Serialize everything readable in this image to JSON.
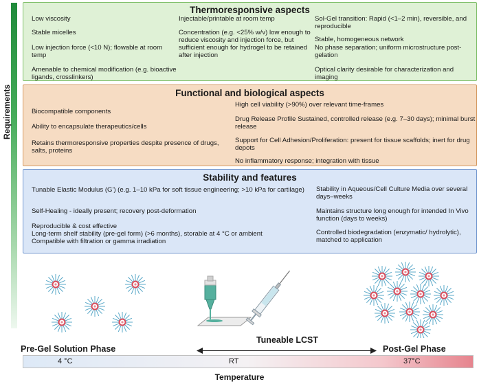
{
  "side_label": "Requirements",
  "panels": {
    "thermo": {
      "title": "Thermoresponsive aspects",
      "col1": [
        "Low viscosity",
        "Stable micelles",
        "Low injection force (<10 N); flowable at room temp",
        "Amenable to chemical modification (e.g. bioactive ligands, crosslinkers)"
      ],
      "col2": [
        "Injectable/printable at room temp",
        "Concentration (e.g. <25% w/v) low enough to reduce viscosity and injection force, but sufficient enough for hydrogel to be retained after injection"
      ],
      "col3": [
        "Sol-Gel transition: Rapid (<1–2 min), reversible, and reproducible",
        "Stable, homogeneous network",
        "No phase separation; uniform microstructure post-gelation",
        "Optical clarity desirable for characterization and imaging"
      ]
    },
    "functional": {
      "title": "Functional and biological aspects",
      "col1": [
        "Biocompatible components",
        "Ability to encapsulate therapeutics/cells",
        "Retains thermoresponsive properties despite presence of drugs, salts, proteins"
      ],
      "col2": [
        "High cell viability (>90%) over relevant time-frames",
        "Drug Release Profile Sustained, controlled release (e.g. 7–30 days); minimal burst release",
        "Support for Cell Adhesion/Proliferation: present for tissue scaffolds; inert for drug depots",
        "No inflammatory response; integration with tissue"
      ]
    },
    "stability": {
      "title": "Stability and features",
      "col1": [
        "Tunable Elastic Modulus (G') (e.g. 1–10 kPa for soft tissue engineering; >10 kPa for cartilage)",
        "Self-Healing - ideally present; recovery post-deformation",
        "Reproducible & cost effective",
        "Long-term shelf stability (pre-gel form) (>6 months), storable at 4 °C or ambient",
        "Compatible with filtration or gamma irradiation"
      ],
      "col2": [
        "Stability in Aqueous/Cell Culture Media over several days–weeks",
        "Maintains structure long enough for intended In Vivo function (days to weeks)",
        "Controlled biodegradation (enzymatic/ hydrolytic), matched to application"
      ]
    }
  },
  "bottom": {
    "pre_gel": "Pre-Gel Solution Phase",
    "post_gel": "Post-Gel Phase",
    "lcst": "Tuneable LCST",
    "temp_low": "4 °C",
    "temp_mid": "RT",
    "temp_high": "37°C",
    "axis": "Temperature"
  },
  "icons": [
    "micelle-icon",
    "printer-nozzle-icon",
    "syringe-icon",
    "micelle-network-icon"
  ],
  "colors": {
    "green_panel": "#dff1d6",
    "orange_panel": "#f6dcc3",
    "blue_panel": "#dae6f7",
    "micelle_core": "#d94b5a",
    "micelle_shell": "#5aa8c8"
  }
}
